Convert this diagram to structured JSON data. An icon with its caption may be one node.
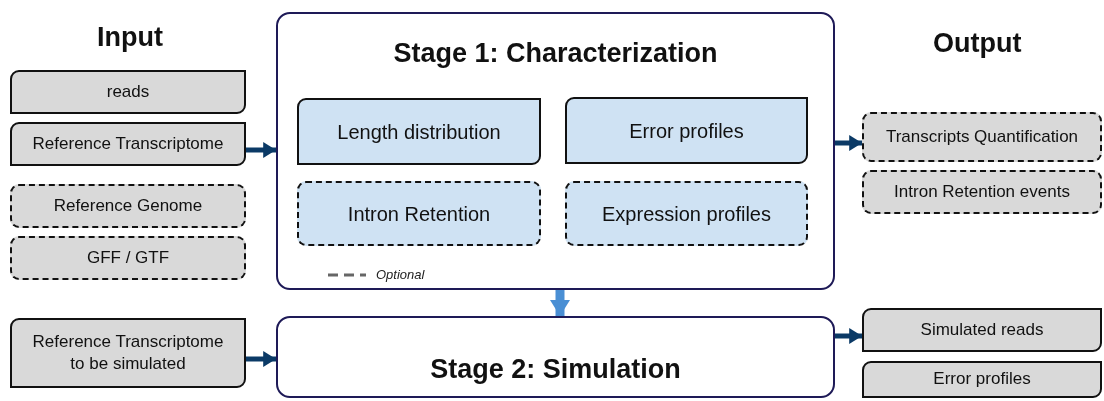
{
  "diagram": {
    "nodes": [
      {
        "text": [
          "reads"
        ]
      },
      {
        "text": [
          "Reference Transcriptome"
        ]
      },
      {
        "text": [
          "Reference Genome"
        ]
      },
      {
        "text": [
          "GFF / GTF"
        ]
      },
      {
        "text": [
          "Stage 1: Characterization"
        ]
      },
      {
        "text": [
          "Length distribution"
        ],
        "in": 4
      },
      {
        "text": [
          "Error profiles"
        ],
        "in": 4
      },
      {
        "text": [
          "Intron Retention"
        ],
        "in": 4
      },
      {
        "text": [
          "Expression profiles"
        ],
        "in": 4
      },
      {
        "text": [
          "Transcripts Quantification"
        ]
      },
      {
        "text": [
          "Intron Retention events"
        ]
      },
      {
        "text": [
          "Reference Transcriptome to be simulated"
        ]
      },
      {
        "text": [
          "Stage 2: Simulation"
        ]
      },
      {
        "text": [
          "Simulated reads"
        ]
      },
      {
        "text": [
          "Error profiles"
        ]
      }
    ],
    "edges": [
      {
        "from": 1,
        "to": 4,
        "arrow": "to"
      },
      {
        "from": 4,
        "to": 9,
        "arrow": "to"
      },
      {
        "from": 4,
        "to": 12,
        "arrow": "to",
        "style": "thick",
        "color": "#4a8fd4"
      },
      {
        "from": 11,
        "to": 12,
        "arrow": "to"
      },
      {
        "from": 12,
        "to": 13,
        "arrow": "to"
      }
    ],
    "labels": [
      "Input",
      "Output"
    ],
    "legend": [
      {
        "text": "Optional"
      }
    ]
  }
}
